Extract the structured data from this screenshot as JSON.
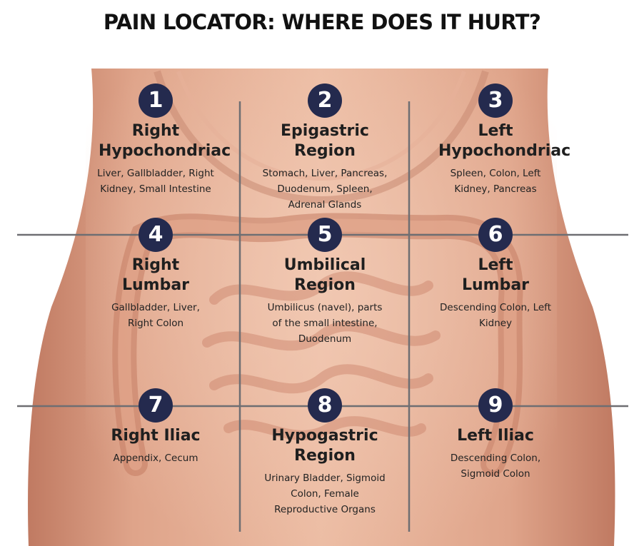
{
  "title": "PAIN LOCATOR: WHERE DOES IT HURT?",
  "colors": {
    "badge": "#242a4e",
    "skin": "#d99a80",
    "grid_line": "#6e6e72",
    "text": "#222222"
  },
  "regions": [
    {
      "number": "1",
      "name": "Right Hypochondriac",
      "organs": "Liver, Gallbladder, Right Kidney, Small Intestine"
    },
    {
      "number": "2",
      "name": "Epigastric Region",
      "organs": "Stomach, Liver, Pancreas, Duodenum, Spleen, Adrenal Glands"
    },
    {
      "number": "3",
      "name": "Left Hypochondriac",
      "organs": "Spleen, Colon, Left Kidney, Pancreas"
    },
    {
      "number": "4",
      "name": "Right Lumbar",
      "organs": "Gallbladder, Liver, Right Colon"
    },
    {
      "number": "5",
      "name": "Umbilical Region",
      "organs": "Umbilicus (navel), parts of the small intestine, Duodenum"
    },
    {
      "number": "6",
      "name": "Left Lumbar",
      "organs": "Descending Colon, Left Kidney"
    },
    {
      "number": "7",
      "name": "Right Iliac",
      "organs": "Appendix, Cecum"
    },
    {
      "number": "8",
      "name": "Hypogastric Region",
      "organs": "Urinary Bladder, Sigmoid Colon, Female Reproductive Organs"
    },
    {
      "number": "9",
      "name": "Left Iliac",
      "organs": "Descending Colon, Sigmoid Colon"
    }
  ]
}
